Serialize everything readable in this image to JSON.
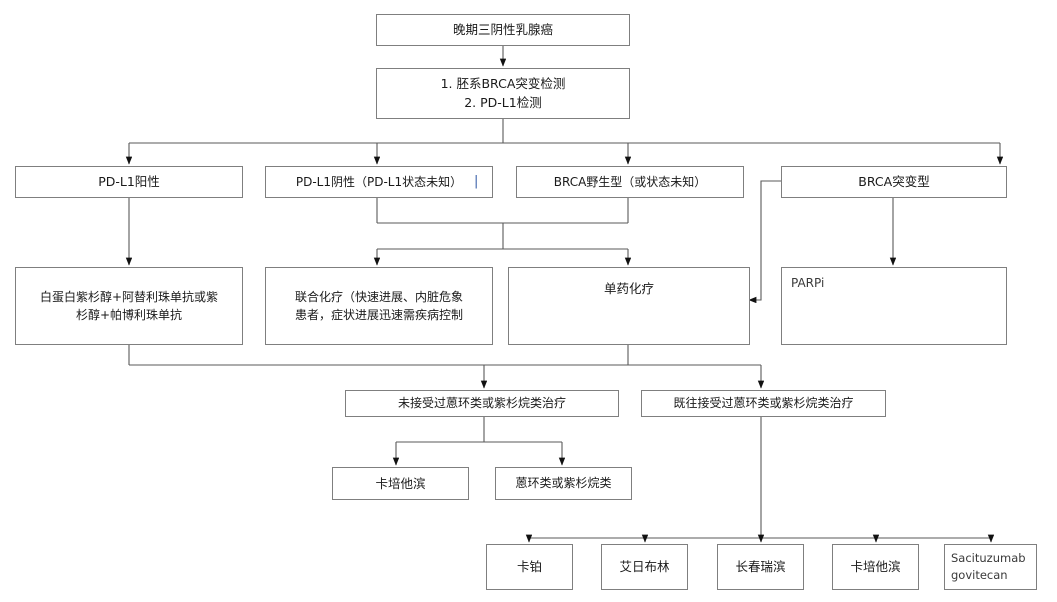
{
  "diagram": {
    "title_text": "晚期三阴性乳腺癌治疗路径流程图",
    "accent_color": "#7f7f7f",
    "text_color": "#1a1a1a",
    "background_color": "#ffffff",
    "stray_marker": "|"
  },
  "nodes": {
    "root": {
      "label": "晚期三阴性乳腺癌"
    },
    "testing": {
      "label": "1. 胚系BRCA突变检测\n2. PD-L1检测"
    },
    "pdl1_positive": {
      "label": "PD-L1阳性"
    },
    "pdl1_negative": {
      "label": "PD-L1阴性（PD-L1状态未知）"
    },
    "brca_wild": {
      "label": "BRCA野生型（或状态未知）"
    },
    "brca_mutant": {
      "label": "BRCA突变型"
    },
    "nab_paclitaxel": {
      "label": "白蛋白紫杉醇+阿替利珠单抗或紫\n杉醇+帕博利珠单抗"
    },
    "combo_chemo": {
      "label": "联合化疗（快速进展、内脏危象\n患者，症状进展迅速需疾病控制"
    },
    "single_chemo": {
      "label": "单药化疗"
    },
    "parpi": {
      "label": "PARPi"
    },
    "anthracycline_naive": {
      "label": "未接受过蒽环类或紫杉烷类治疗"
    },
    "anthracycline_pretreated": {
      "label": "既往接受过蒽环类或紫杉烷类治疗"
    },
    "capecitabine_a": {
      "label": "卡培他滨"
    },
    "anthracycline_or_taxane": {
      "label": "蒽环类或紫杉烷类"
    },
    "carboplatin": {
      "label": "卡铂"
    },
    "eribulin": {
      "label": "艾日布林"
    },
    "vinorelbine": {
      "label": "长春瑞滨"
    },
    "capecitabine_b": {
      "label": "卡培他滨"
    },
    "sacituzumab": {
      "label": "Sacituzumab\ngovitecan"
    }
  }
}
